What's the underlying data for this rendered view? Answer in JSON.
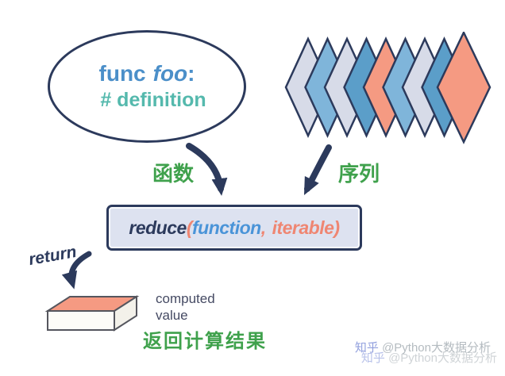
{
  "colors": {
    "outline_navy": "#2c3a5c",
    "label_green": "#3fa14c",
    "func_blue": "#4b8fc9",
    "comment_teal": "#55b9ad",
    "arg_blue": "#4a94d8",
    "salmon": "#ef8672",
    "box_fill": "#dde2f0"
  },
  "definition_ellipse": {
    "func_keyword": "func",
    "func_name": "foo",
    "colon": ":",
    "comment": "# definition"
  },
  "sequence_stack": {
    "diamond_colors": [
      "#d7dbe8",
      "#7fb5da",
      "#d7dbe8",
      "#5b9ec9",
      "#f59a82",
      "#7fb5da",
      "#d7dbe8",
      "#5b9ec9",
      "#f59a82"
    ]
  },
  "labels": {
    "function_label": "函数",
    "sequence_label": "序列",
    "return_label": "return",
    "computed_line1": "computed",
    "computed_line2": "value",
    "result_label": "返回计算结果"
  },
  "reduce_expression": {
    "func": "reduce",
    "open_paren": "(",
    "arg1": "function",
    "separator": ",",
    "arg2": "iterable",
    "close_paren": ")"
  },
  "watermark": {
    "brand": "知乎",
    "handle": "@Python大数据分析"
  }
}
